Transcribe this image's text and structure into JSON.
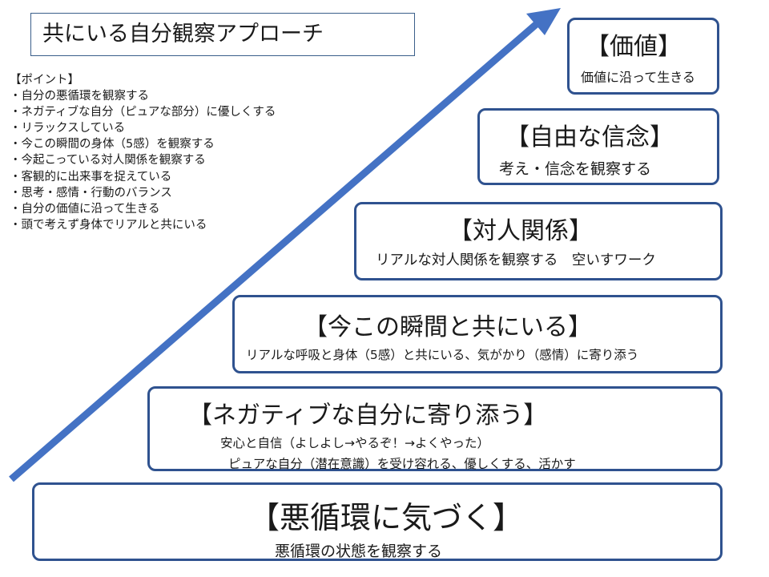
{
  "title": "共にいる自分観察アプローチ",
  "points": {
    "heading": "【ポイント】",
    "items": [
      "自分の悪循環を観察する",
      "ネガティブな自分（ピュアな部分）に優しくする",
      "リラックスしている",
      "今この瞬間の身体（5感）を観察する",
      "今起こっている対人関係を観察する",
      "客観的に出来事を捉えている",
      "思考・感情・行動のバランス",
      "自分の価値に沿って生きる",
      "頭で考えず身体でリアルと共にいる"
    ]
  },
  "steps": [
    {
      "title": "【価値】",
      "sub": "価値に沿って生きる"
    },
    {
      "title": "【自由な信念】",
      "sub": "考え・信念を観察する"
    },
    {
      "title": "【対人関係】",
      "sub": "リアルな対人関係を観察する　空いすワーク"
    },
    {
      "title": "【今この瞬間と共にいる】",
      "sub": "リアルな呼吸と身体（5感）と共にいる、気がかり（感情）に寄り添う"
    },
    {
      "title": "【ネガティブな自分に寄り添う】",
      "sub": "安心と自信（よしよし→やるぞ！→よくやった）",
      "sub2": "ピュアな自分（潜在意識）を受け容れる、優しくする、活かす"
    },
    {
      "title": "【悪循環に気づく】",
      "sub": "悪循環の状態を観察する"
    }
  ],
  "colors": {
    "arrow": "#4472c4",
    "box_border": "#2f528f",
    "title_border": "#3a5f8a"
  }
}
